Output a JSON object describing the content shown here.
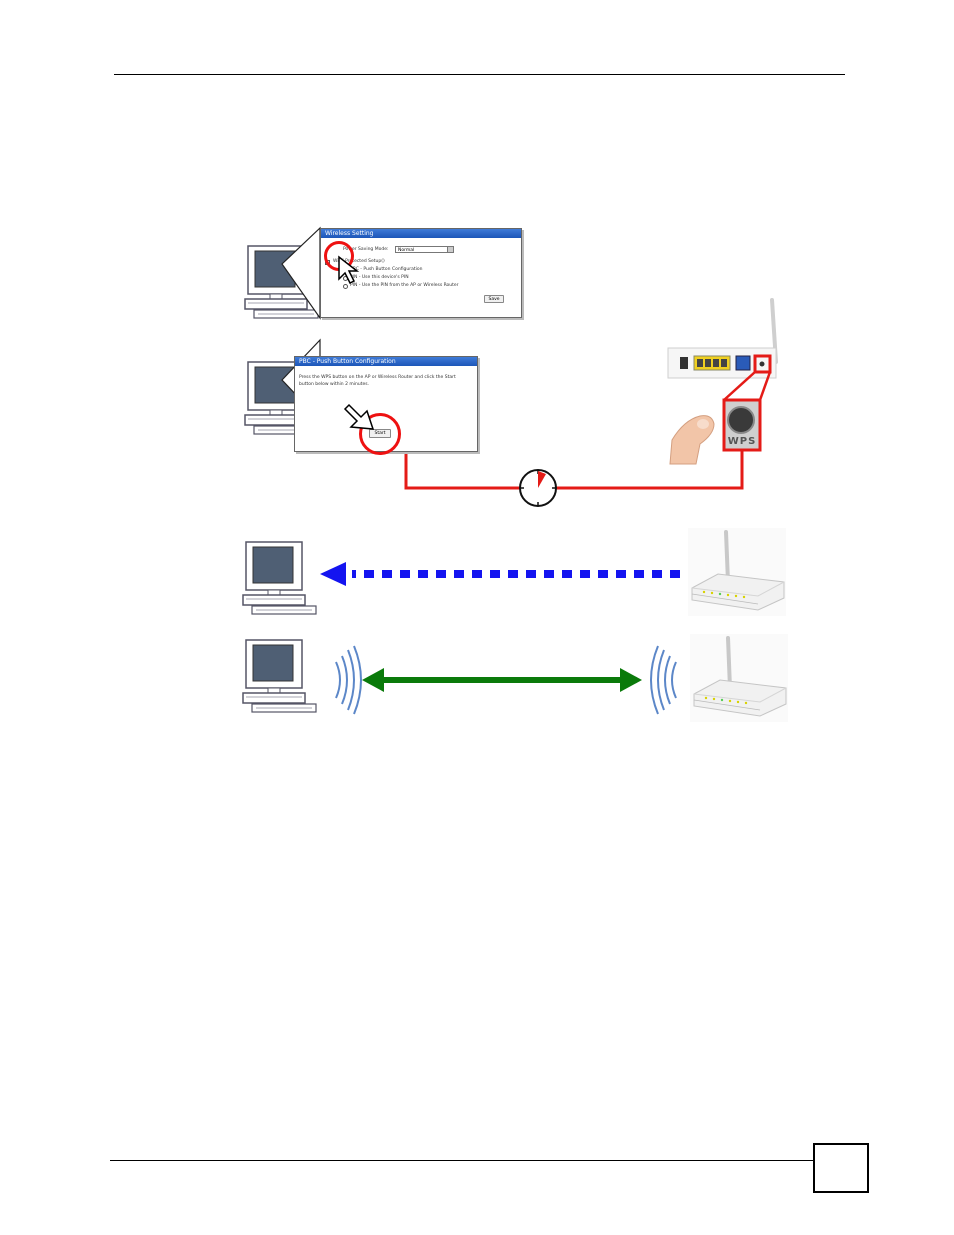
{
  "dialog1": {
    "title": "Wireless Setting",
    "power_label": "Power Saving Mode:",
    "power_value": "Normal",
    "wps_label": "Wi-Fi Protected Setup()",
    "pbc_label": "PBC - Push Button Configuration",
    "pin_device_label": "PIN - Use this device's PIN",
    "pin_ap_label": "PIN - Use the PIN from the AP or Wireless Router",
    "save_label": "Save"
  },
  "dialog2": {
    "title": "PBC - Push Button Configuration",
    "message_line1": "Press the WPS button on the AP or Wireless Router and click the Start",
    "message_line2": "button below within 2 minutes.",
    "start_label": "Start"
  },
  "wps_label": "WPS",
  "colors": {
    "red": "#e41b17",
    "blue": "#1414f0",
    "green": "#0a7a0a",
    "screen": "#4f5f74"
  }
}
